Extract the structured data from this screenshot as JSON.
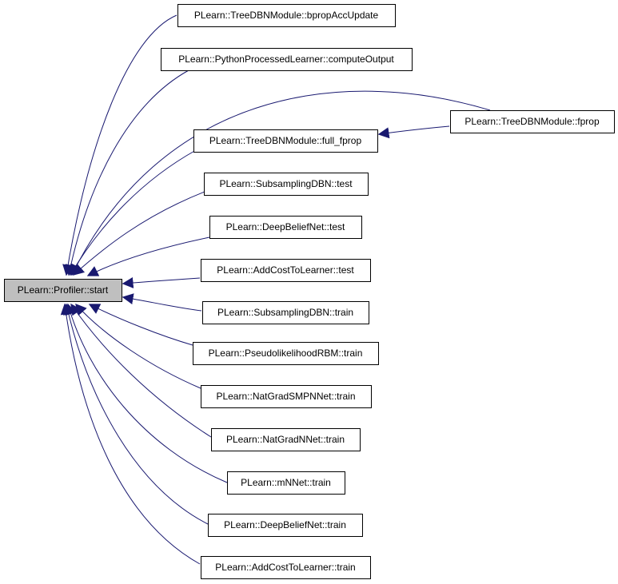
{
  "colors": {
    "edge": "#191970",
    "node_fill": "#ffffff",
    "root_fill": "#bfbfbf",
    "border": "#000000"
  },
  "nodes": [
    {
      "id": "root",
      "label": "PLearn::Profiler::start"
    },
    {
      "id": "n1",
      "label": "PLearn::TreeDBNModule::bpropAccUpdate"
    },
    {
      "id": "n2",
      "label": "PLearn::PythonProcessedLearner::computeOutput"
    },
    {
      "id": "n3",
      "label": "PLearn::TreeDBNModule::full_fprop"
    },
    {
      "id": "n4",
      "label": "PLearn::TreeDBNModule::fprop"
    },
    {
      "id": "n5",
      "label": "PLearn::SubsamplingDBN::test"
    },
    {
      "id": "n6",
      "label": "PLearn::DeepBeliefNet::test"
    },
    {
      "id": "n7",
      "label": "PLearn::AddCostToLearner::test"
    },
    {
      "id": "n8",
      "label": "PLearn::SubsamplingDBN::train"
    },
    {
      "id": "n9",
      "label": "PLearn::PseudolikelihoodRBM::train"
    },
    {
      "id": "n10",
      "label": "PLearn::NatGradSMPNNet::train"
    },
    {
      "id": "n11",
      "label": "PLearn::NatGradNNet::train"
    },
    {
      "id": "n12",
      "label": "PLearn::mNNet::train"
    },
    {
      "id": "n13",
      "label": "PLearn::DeepBeliefNet::train"
    },
    {
      "id": "n14",
      "label": "PLearn::AddCostToLearner::train"
    }
  ],
  "edges": [
    {
      "from": "n1",
      "to": "root"
    },
    {
      "from": "n2",
      "to": "root"
    },
    {
      "from": "n4",
      "to": "root"
    },
    {
      "from": "n3",
      "to": "root"
    },
    {
      "from": "n4",
      "to": "n3"
    },
    {
      "from": "n5",
      "to": "root"
    },
    {
      "from": "n6",
      "to": "root"
    },
    {
      "from": "n7",
      "to": "root"
    },
    {
      "from": "n8",
      "to": "root"
    },
    {
      "from": "n9",
      "to": "root"
    },
    {
      "from": "n10",
      "to": "root"
    },
    {
      "from": "n11",
      "to": "root"
    },
    {
      "from": "n12",
      "to": "root"
    },
    {
      "from": "n13",
      "to": "root"
    },
    {
      "from": "n14",
      "to": "root"
    }
  ]
}
